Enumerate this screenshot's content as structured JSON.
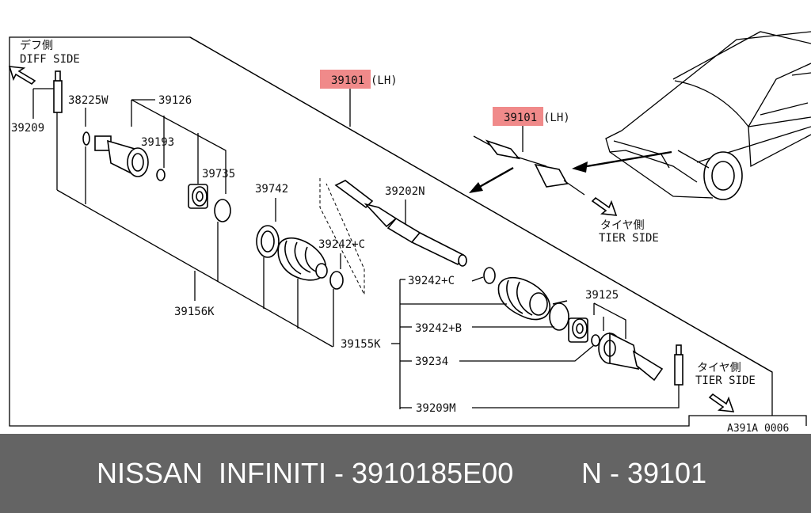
{
  "diagram": {
    "diff_side_jp": "デフ側",
    "diff_side": "DIFF SIDE",
    "tier_side_jp_1": "タイヤ側",
    "tier_side_1": "TIER SIDE",
    "tier_side_jp_2": "タイヤ側",
    "tier_side_2": "TIER SIDE",
    "highlight_color": "#f08a8a",
    "callouts": {
      "c39101_main": "39101",
      "c39101_main_suffix": "(LH)",
      "c39101_car": "39101",
      "c39101_car_suffix": "(LH)",
      "c38225W": "38225W",
      "c39126": "39126",
      "c39209": "39209",
      "c39193": "39193",
      "c39735": "39735",
      "c39742": "39742",
      "c39202N": "39202N",
      "c39242C_1": "39242+C",
      "c39242C_2": "39242+C",
      "c39156K": "39156K",
      "c39155K": "39155K",
      "c39242B": "39242+B",
      "c39234": "39234",
      "c39125": "39125",
      "c39209M": "39209M"
    },
    "code": "A391A 0006"
  },
  "footer": {
    "part_number": "NISSAN  INFINITI - 3910185E00",
    "reference": "N - 39101"
  }
}
